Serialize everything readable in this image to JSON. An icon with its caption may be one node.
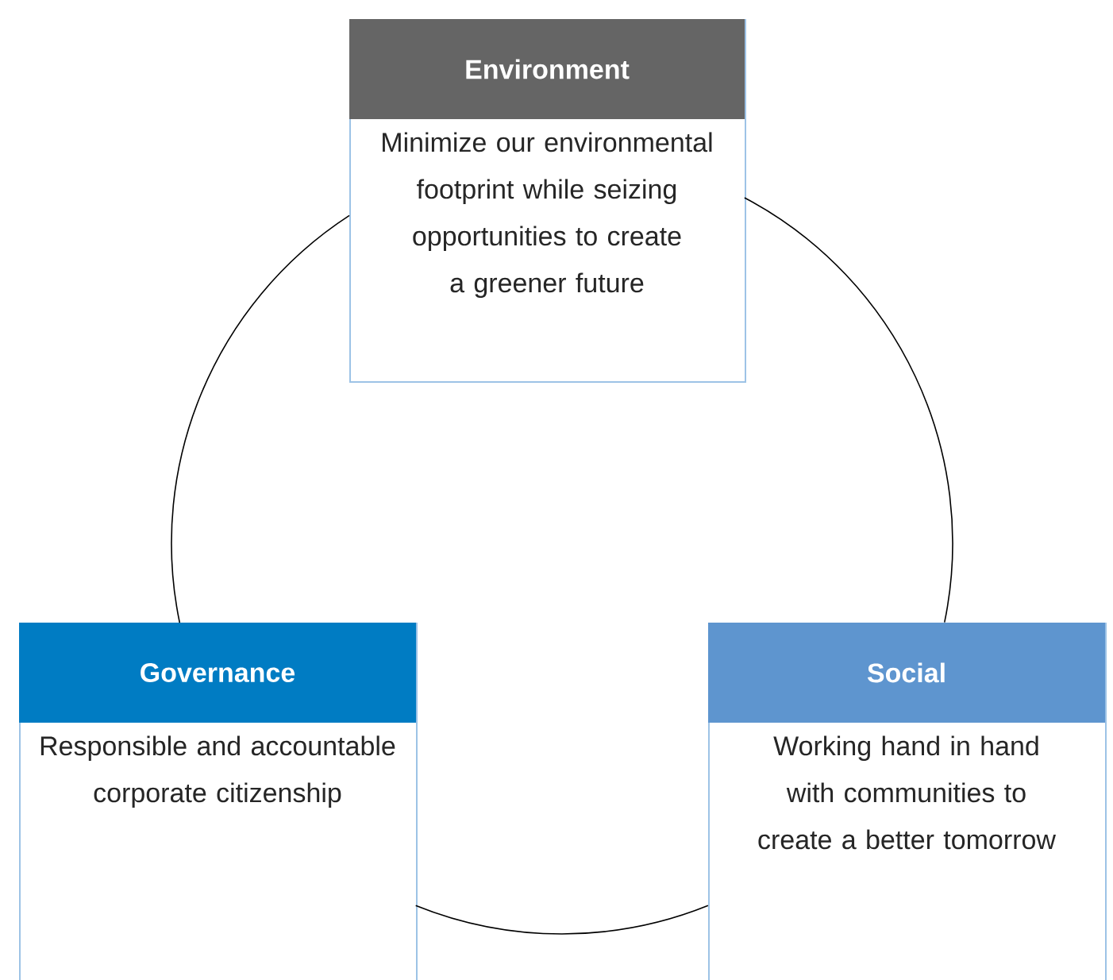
{
  "diagram": {
    "nodes": [
      {
        "text": [
          "Environment",
          "Minimize our environmental footprint while seizing opportunities to create a greener future"
        ]
      },
      {
        "text": [
          "Governance",
          "Responsible and accountable corporate citizenship"
        ]
      },
      {
        "text": [
          "Social",
          "Working hand in hand with communities to create a better tomorrow"
        ]
      }
    ],
    "edges": [
      {
        "from": 0,
        "to": 2,
        "arrow": "none"
      },
      {
        "from": 2,
        "to": 1,
        "arrow": "none"
      },
      {
        "from": 1,
        "to": 0,
        "arrow": "none"
      }
    ]
  }
}
